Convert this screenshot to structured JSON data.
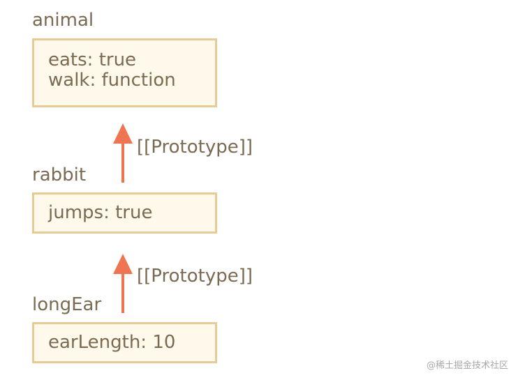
{
  "objects": [
    {
      "name": "animal",
      "props": [
        "eats: true",
        "walk: function"
      ]
    },
    {
      "name": "rabbit",
      "props": [
        "jumps: true"
      ]
    },
    {
      "name": "longEar",
      "props": [
        "earLength: 10"
      ]
    }
  ],
  "links": [
    {
      "label": "[[Prototype]]"
    },
    {
      "label": "[[Prototype]]"
    }
  ],
  "watermark": "@稀土掘金技术社区",
  "colors": {
    "box_fill": "#fff9eb",
    "box_border": "#e8cb94",
    "text": "#7a6a52",
    "arrow": "#ef7452"
  }
}
